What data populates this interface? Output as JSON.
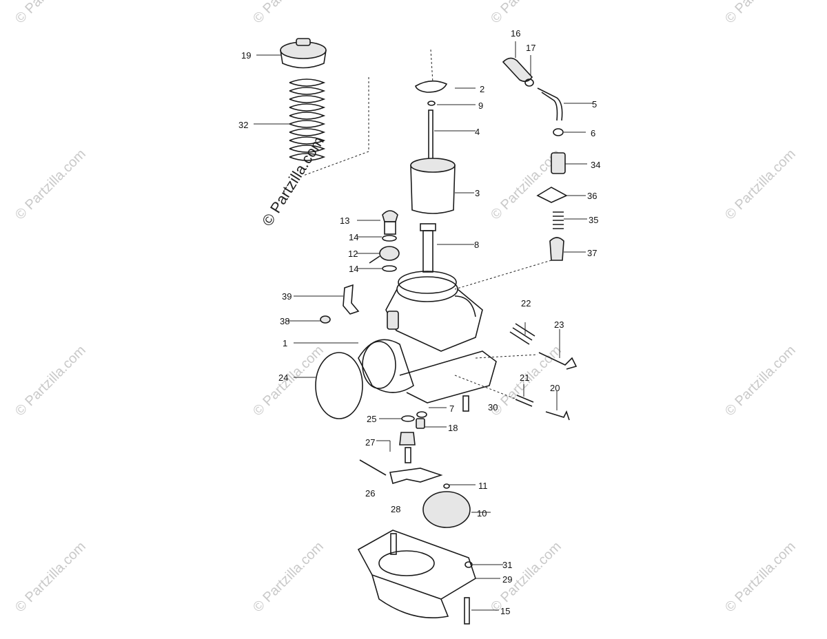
{
  "brand_watermark": "© Partzilla.com",
  "corner_watermark": "© Partzilla.com",
  "callouts": [
    "1",
    "2",
    "3",
    "4",
    "5",
    "6",
    "7",
    "8",
    "9",
    "10",
    "11",
    "12",
    "13",
    "14",
    "14",
    "15",
    "16",
    "17",
    "18",
    "19",
    "20",
    "21",
    "22",
    "23",
    "24",
    "25",
    "26",
    "27",
    "28",
    "29",
    "30",
    "31",
    "32",
    "34",
    "35",
    "36",
    "37",
    "38",
    "39"
  ]
}
